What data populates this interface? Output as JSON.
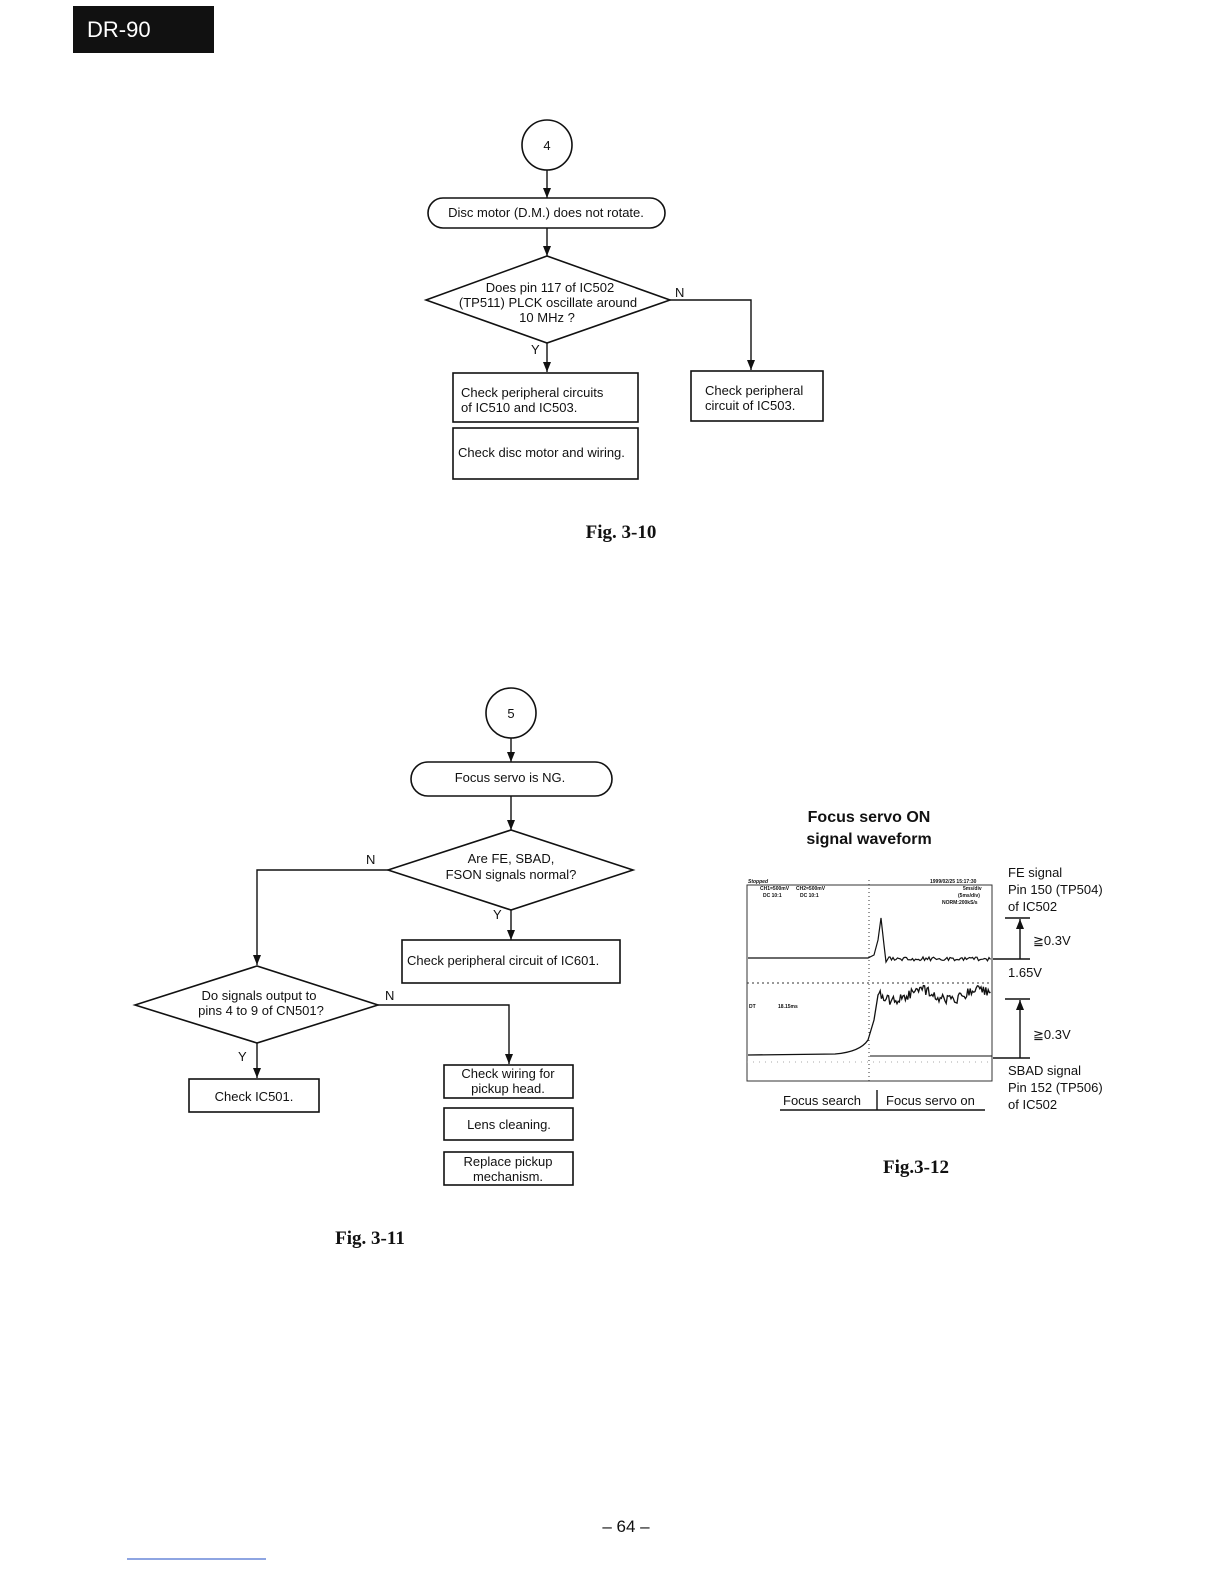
{
  "header": {
    "model": "DR-90"
  },
  "fig_3_10": {
    "connector": "4",
    "start": "Disc motor (D.M.) does not rotate.",
    "decision": [
      "Does pin 117 of IC502",
      "(TP511) PLCK oscillate around",
      "10 MHz ?"
    ],
    "yes_label": "Y",
    "no_label": "N",
    "yes_box1": [
      "Check peripheral circuits",
      "of IC510 and IC503."
    ],
    "yes_box2": "Check disc motor and wiring.",
    "no_box": [
      "Check peripheral",
      "circuit of IC503."
    ],
    "caption": "Fig. 3-10"
  },
  "fig_3_11": {
    "connector": "5",
    "start": "Focus servo is NG.",
    "decision1": [
      "Are FE, SBAD,",
      "FSON signals normal?"
    ],
    "d1_yes": "Y",
    "d1_no": "N",
    "d1_yes_box": "Check peripheral circuit of IC601.",
    "decision2": [
      "Do signals output to",
      "pins 4 to 9 of CN501?"
    ],
    "d2_yes": "Y",
    "d2_no": "N",
    "d2_yes_box": "Check IC501.",
    "d2_no_boxes": [
      [
        "Check wiring for",
        "pickup head."
      ],
      [
        "Lens cleaning."
      ],
      [
        "Replace pickup",
        "mechanism."
      ]
    ],
    "caption": "Fig. 3-11"
  },
  "fig_3_12": {
    "title": [
      "Focus servo ON",
      "signal waveform"
    ],
    "scope": {
      "status": "Stopped",
      "ch1": "CH1=500mV",
      "ch2": "CH2=500mV",
      "ch1_coupling": "DC 10:1",
      "ch2_coupling": "DC 10:1",
      "datetime": "1999/02/25 15:17:30",
      "timebase": "5ms/div",
      "timebase2": "(5ms/div)",
      "mode": "NORM:200kS/s",
      "dt": "DT",
      "dt_value": "18.15ms"
    },
    "fe_label": [
      "FE signal",
      "Pin 150 (TP504)",
      "of IC502"
    ],
    "fe_amplitude": "≧0.3V",
    "mid_level": "1.65V",
    "sbad_amplitude": "≧0.3V",
    "sbad_label": [
      "SBAD signal",
      "Pin 152 (TP506)",
      "of IC502"
    ],
    "phase_left": "Focus search",
    "phase_right": "Focus servo on",
    "caption": "Fig.3-12"
  },
  "page_number": "– 64 –"
}
